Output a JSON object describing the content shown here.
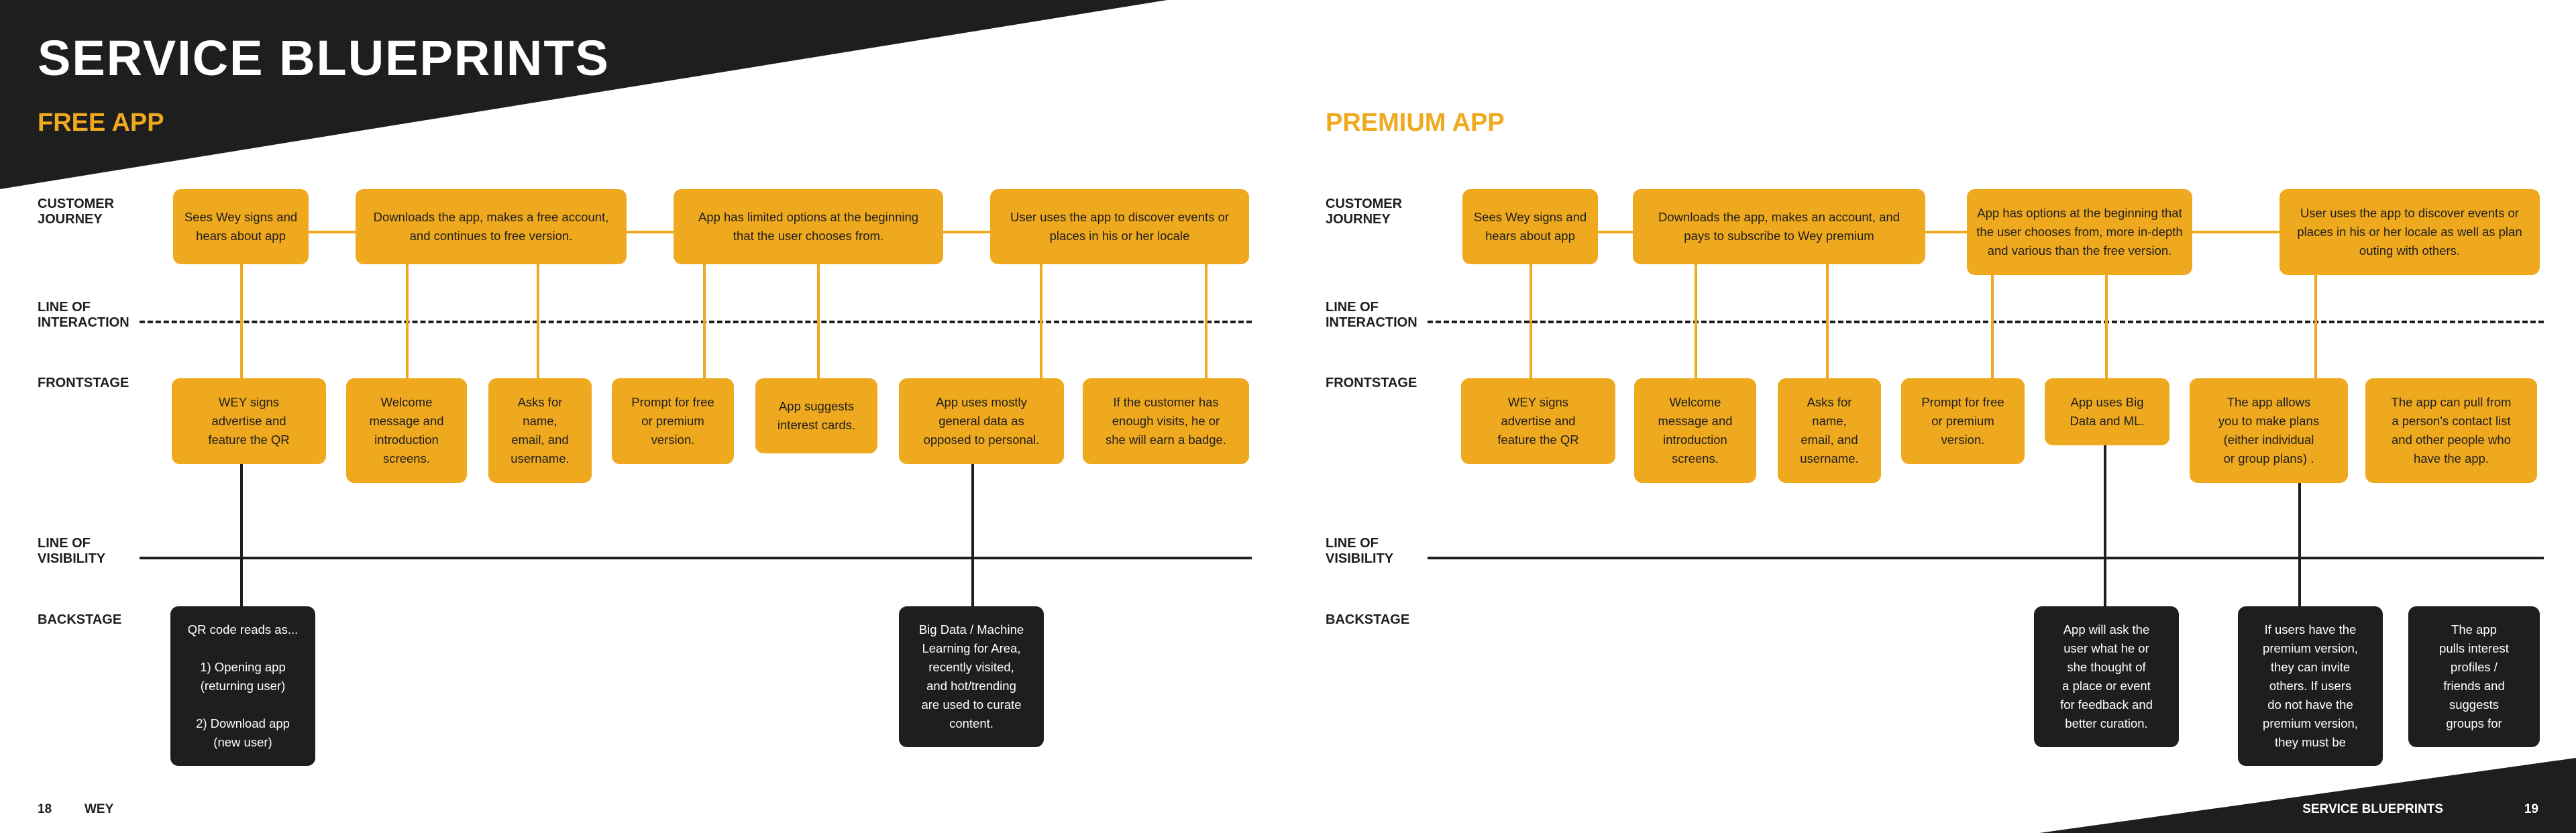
{
  "page_title": "SERVICE BLUEPRINTS",
  "colors": {
    "accent": "#EFA91F",
    "dark": "#1f1e1e",
    "background": "#ffffff"
  },
  "row_labels": {
    "customer_journey": "CUSTOMER\nJOURNEY",
    "line_of_interaction": "LINE OF\nINTERACTION",
    "frontstage": "FRONTSTAGE",
    "line_of_visibility": "LINE OF\nVISIBILITY",
    "backstage": "BACKSTAGE"
  },
  "free_app": {
    "title": "FREE APP",
    "journey": [
      "Sees Wey signs and\nhears about app",
      "Downloads the app, makes a free account,\nand continues to free version.",
      "App has limited options at the beginning\nthat the user chooses from.",
      "User uses the app to discover events or\nplaces in his or her locale"
    ],
    "frontstage": [
      "WEY signs\nadvertise and\nfeature the QR",
      "Welcome\nmessage and\nintroduction\nscreens.",
      "Asks for\nname,\nemail, and\nusername.",
      "Prompt for free\nor premium\nversion.",
      "App suggests\ninterest cards.",
      "App uses mostly\ngeneral data as\nopposed to personal.",
      "If the customer has\nenough visits, he or\nshe will earn a badge."
    ],
    "backstage": [
      "QR code reads as...\n\n1) Opening app\n(returning user)\n\n2) Download app\n(new user)",
      "Big Data / Machine\nLearning for Area,\nrecently visited,\nand hot/trending\nare used to curate\ncontent."
    ]
  },
  "premium_app": {
    "title": "PREMIUM APP",
    "journey": [
      "Sees Wey signs and\nhears about app",
      "Downloads the app, makes an account, and\npays to subscribe to Wey premium",
      "App has options at the beginning that\nthe user chooses from, more in-depth\nand various than the free version.",
      "User uses the app to discover events or\nplaces in his or her locale as well as plan\nouting with others."
    ],
    "frontstage": [
      "WEY signs\nadvertise and\nfeature the QR",
      "Welcome\nmessage and\nintroduction\nscreens.",
      "Asks for\nname,\nemail, and\nusername.",
      "Prompt for free\nor premium\nversion.",
      "App uses Big\nData and ML.",
      "The app allows\nyou to make plans\n(either individual\nor group plans) .",
      "The app can pull from\na person's contact list\nand other people who\nhave the app."
    ],
    "backstage": [
      "App will ask the\nuser what he or\nshe thought of\na place or event\nfor feedback and\nbetter curation.",
      "If users have the\npremium version,\nthey can invite\nothers. If users\ndo not have the\npremium version,\nthey must be",
      "The app\npulls interest\nprofiles /\nfriends and\nsuggests\ngroups for"
    ]
  },
  "footer": {
    "left_page_number": "18",
    "left_brand": "WEY",
    "right_section": "SERVICE BLUEPRINTS",
    "right_page_number": "19"
  }
}
